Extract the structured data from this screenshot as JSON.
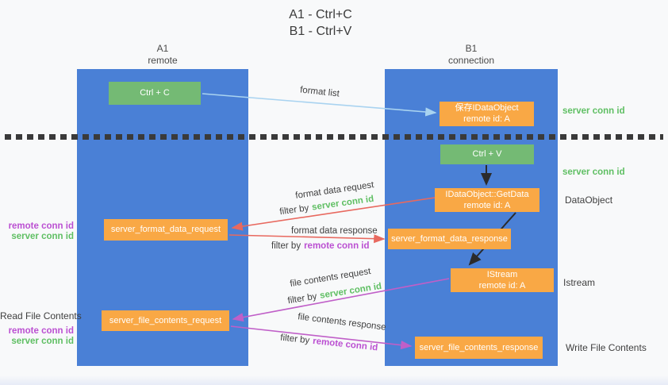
{
  "title": {
    "line1": "A1 - Ctrl+C",
    "line2": "B1 - Ctrl+V"
  },
  "columns": {
    "left": {
      "name": "A1",
      "role": "remote"
    },
    "right": {
      "name": "B1",
      "role": "connection"
    }
  },
  "boxes": {
    "ctrl_c": "Ctrl + C",
    "ctrl_v": "Ctrl + V",
    "save_dataobject": {
      "line1": "保存IDataObject",
      "line2": "remote id: A"
    },
    "getdata": {
      "line1": "IDataObject::GetData",
      "line2": "remote id: A"
    },
    "istream": {
      "line1": "IStream",
      "line2": "remote id: A"
    },
    "server_format_data_request": "server_format_data_request",
    "server_format_data_response": "server_format_data_response",
    "server_file_contents_request": "server_file_contents_request",
    "server_file_contents_response": "server_file_contents_response"
  },
  "flow_labels": {
    "format_list": "format list",
    "format_data_request": "format data request",
    "format_data_response": "format data response",
    "file_contents_request": "file contents request",
    "file_contents_response": "file contents response",
    "filter_by": "filter by",
    "server_conn_id": "server conn id",
    "remote_conn_id": "remote conn id"
  },
  "side_labels": {
    "server_conn_id": "server conn id",
    "remote_conn_id": "remote conn id",
    "dataobject": "DataObject",
    "istream": "Istream",
    "write_file_contents": "Write File Contents",
    "read_file_contents": "Read File Contents"
  },
  "colors": {
    "background": "#f8f9fa",
    "column_blue": "#4a80d6",
    "box_green": "#74ba74",
    "box_orange": "#f9a845",
    "arrow_light_blue": "#a9d3f0",
    "arrow_red": "#e8695f",
    "arrow_purple": "#c05fc8",
    "arrow_black": "#2b2b2b",
    "text_green": "#5fbf63",
    "text_purple": "#bb50d2",
    "text_dark": "#3f3f3f",
    "dashed_line": "#3a3a3a"
  }
}
